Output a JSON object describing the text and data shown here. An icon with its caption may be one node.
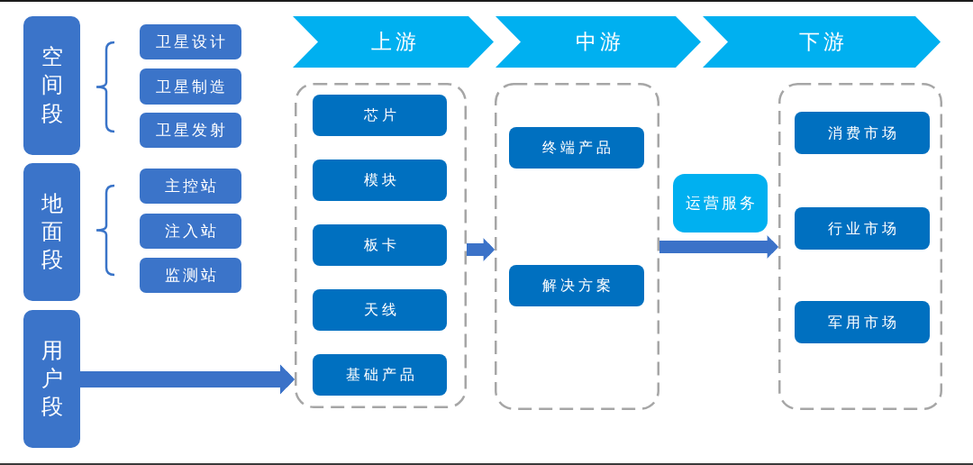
{
  "diagram": {
    "nodes": [
      {
        "text": [
          "空间段"
        ]
      },
      {
        "text": [
          "卫星设计"
        ]
      },
      {
        "text": [
          "卫星制造"
        ]
      },
      {
        "text": [
          "卫星发射"
        ]
      },
      {
        "text": [
          "地面段"
        ]
      },
      {
        "text": [
          "主控站"
        ]
      },
      {
        "text": [
          "注入站"
        ]
      },
      {
        "text": [
          "监测站"
        ]
      },
      {
        "text": [
          "用户段"
        ]
      },
      {
        "text": [
          "上游"
        ]
      },
      {
        "text": [
          "中游"
        ]
      },
      {
        "text": [
          "下游"
        ]
      },
      {
        "text": [],
        "shape": "box"
      },
      {
        "text": [
          "芯片"
        ],
        "in": 12
      },
      {
        "text": [
          "模块"
        ],
        "in": 12
      },
      {
        "text": [
          "板卡"
        ],
        "in": 12
      },
      {
        "text": [
          "天线"
        ],
        "in": 12
      },
      {
        "text": [
          "基础产品"
        ],
        "in": 12
      },
      {
        "text": [],
        "shape": "box"
      },
      {
        "text": [
          "终端产品"
        ],
        "in": 18
      },
      {
        "text": [
          "解决方案"
        ],
        "in": 18
      },
      {
        "text": [
          "运营服务"
        ]
      },
      {
        "text": [],
        "shape": "box"
      },
      {
        "text": [
          "消费市场"
        ],
        "in": 22
      },
      {
        "text": [
          "行业市场"
        ],
        "in": 22
      },
      {
        "text": [
          "军用市场"
        ],
        "in": 22
      }
    ],
    "edges": [
      {
        "from": 8,
        "to": 12,
        "arrow": "to"
      },
      {
        "from": 12,
        "to": 18,
        "arrow": "to"
      },
      {
        "from": 18,
        "to": 22,
        "arrow": "to"
      }
    ]
  }
}
